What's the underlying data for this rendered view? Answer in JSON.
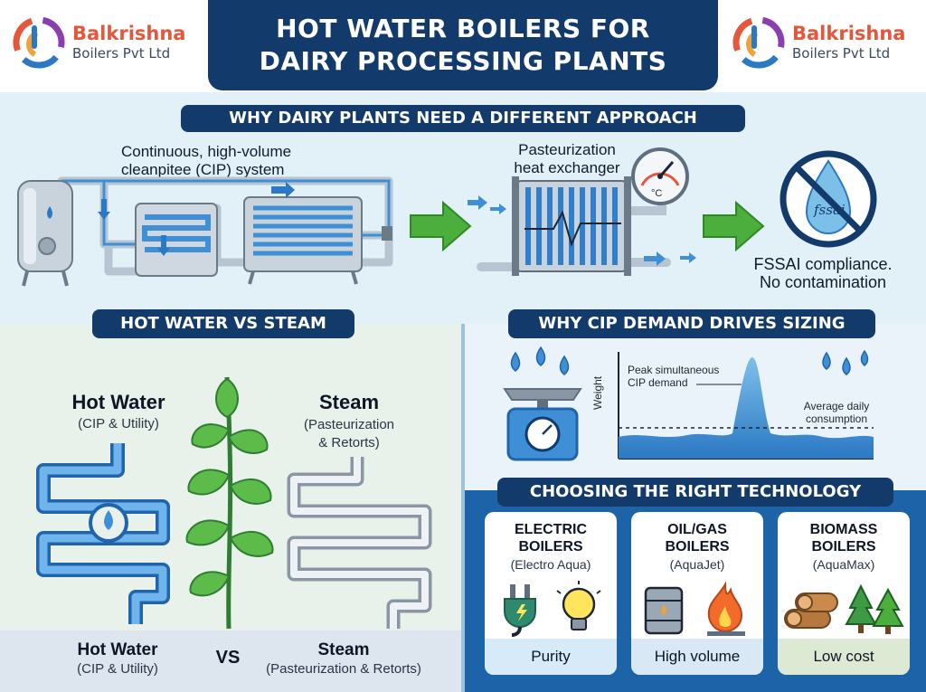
{
  "header": {
    "brand_name": "Balkrishna",
    "brand_sub": "Boilers Pvt Ltd",
    "title_line1": "HOT WATER BOILERS FOR",
    "title_line2": "DAIRY PROCESSING PLANTS",
    "colors": {
      "navy": "#123a6b",
      "brand_orange": "#e4573a"
    }
  },
  "why_section": {
    "heading": "WHY DAIRY PLANTS NEED A DIFFERENT APPROACH",
    "cip_caption_line1": "Continuous, high-volume",
    "cip_caption_line2": "cleanpitee (CIP) system",
    "pasteurization_line1": "Pasteurization",
    "pasteurization_line2": "heat exchanger",
    "gauge_unit": "°C",
    "fssai_badge": "fssai",
    "fssai_line1": "FSSAI compliance.",
    "fssai_line2": "No contamination"
  },
  "hot_vs_steam": {
    "heading": "HOT WATER VS STEAM",
    "hot_water": {
      "title": "Hot Water",
      "sub": "(CIP & Utility)"
    },
    "steam": {
      "title": "Steam",
      "sub_line1": "(Pasteurization",
      "sub_line2": "& Retorts)"
    },
    "footer": {
      "hot_title": "Hot Water",
      "hot_sub": "(CIP & Utility)",
      "vs": "VS",
      "steam_title": "Steam",
      "steam_sub": "(Pasteurization & Retorts)"
    }
  },
  "cip_sizing": {
    "heading": "WHY CIP DEMAND DRIVES SIZING",
    "peak_line1": "Peak simultaneous",
    "peak_line2": "CIP demand",
    "avg_line1": "Average daily",
    "avg_line2": "consumption",
    "y_axis_label": "Weight"
  },
  "technology": {
    "heading": "CHOOSING THE RIGHT TECHNOLOGY",
    "cards": [
      {
        "title_line1": "ELECTRIC",
        "title_line2": "BOILERS",
        "sub": "(Electro Aqua)",
        "foot": "Purity"
      },
      {
        "title_line1": "OIL/GAS",
        "title_line2": "BOILERS",
        "sub": "(AquaJet)",
        "foot": "High volume"
      },
      {
        "title_line1": "BIOMASS",
        "title_line2": "BOILERS",
        "sub": "(AquaMax)",
        "foot": "Low cost"
      }
    ]
  }
}
